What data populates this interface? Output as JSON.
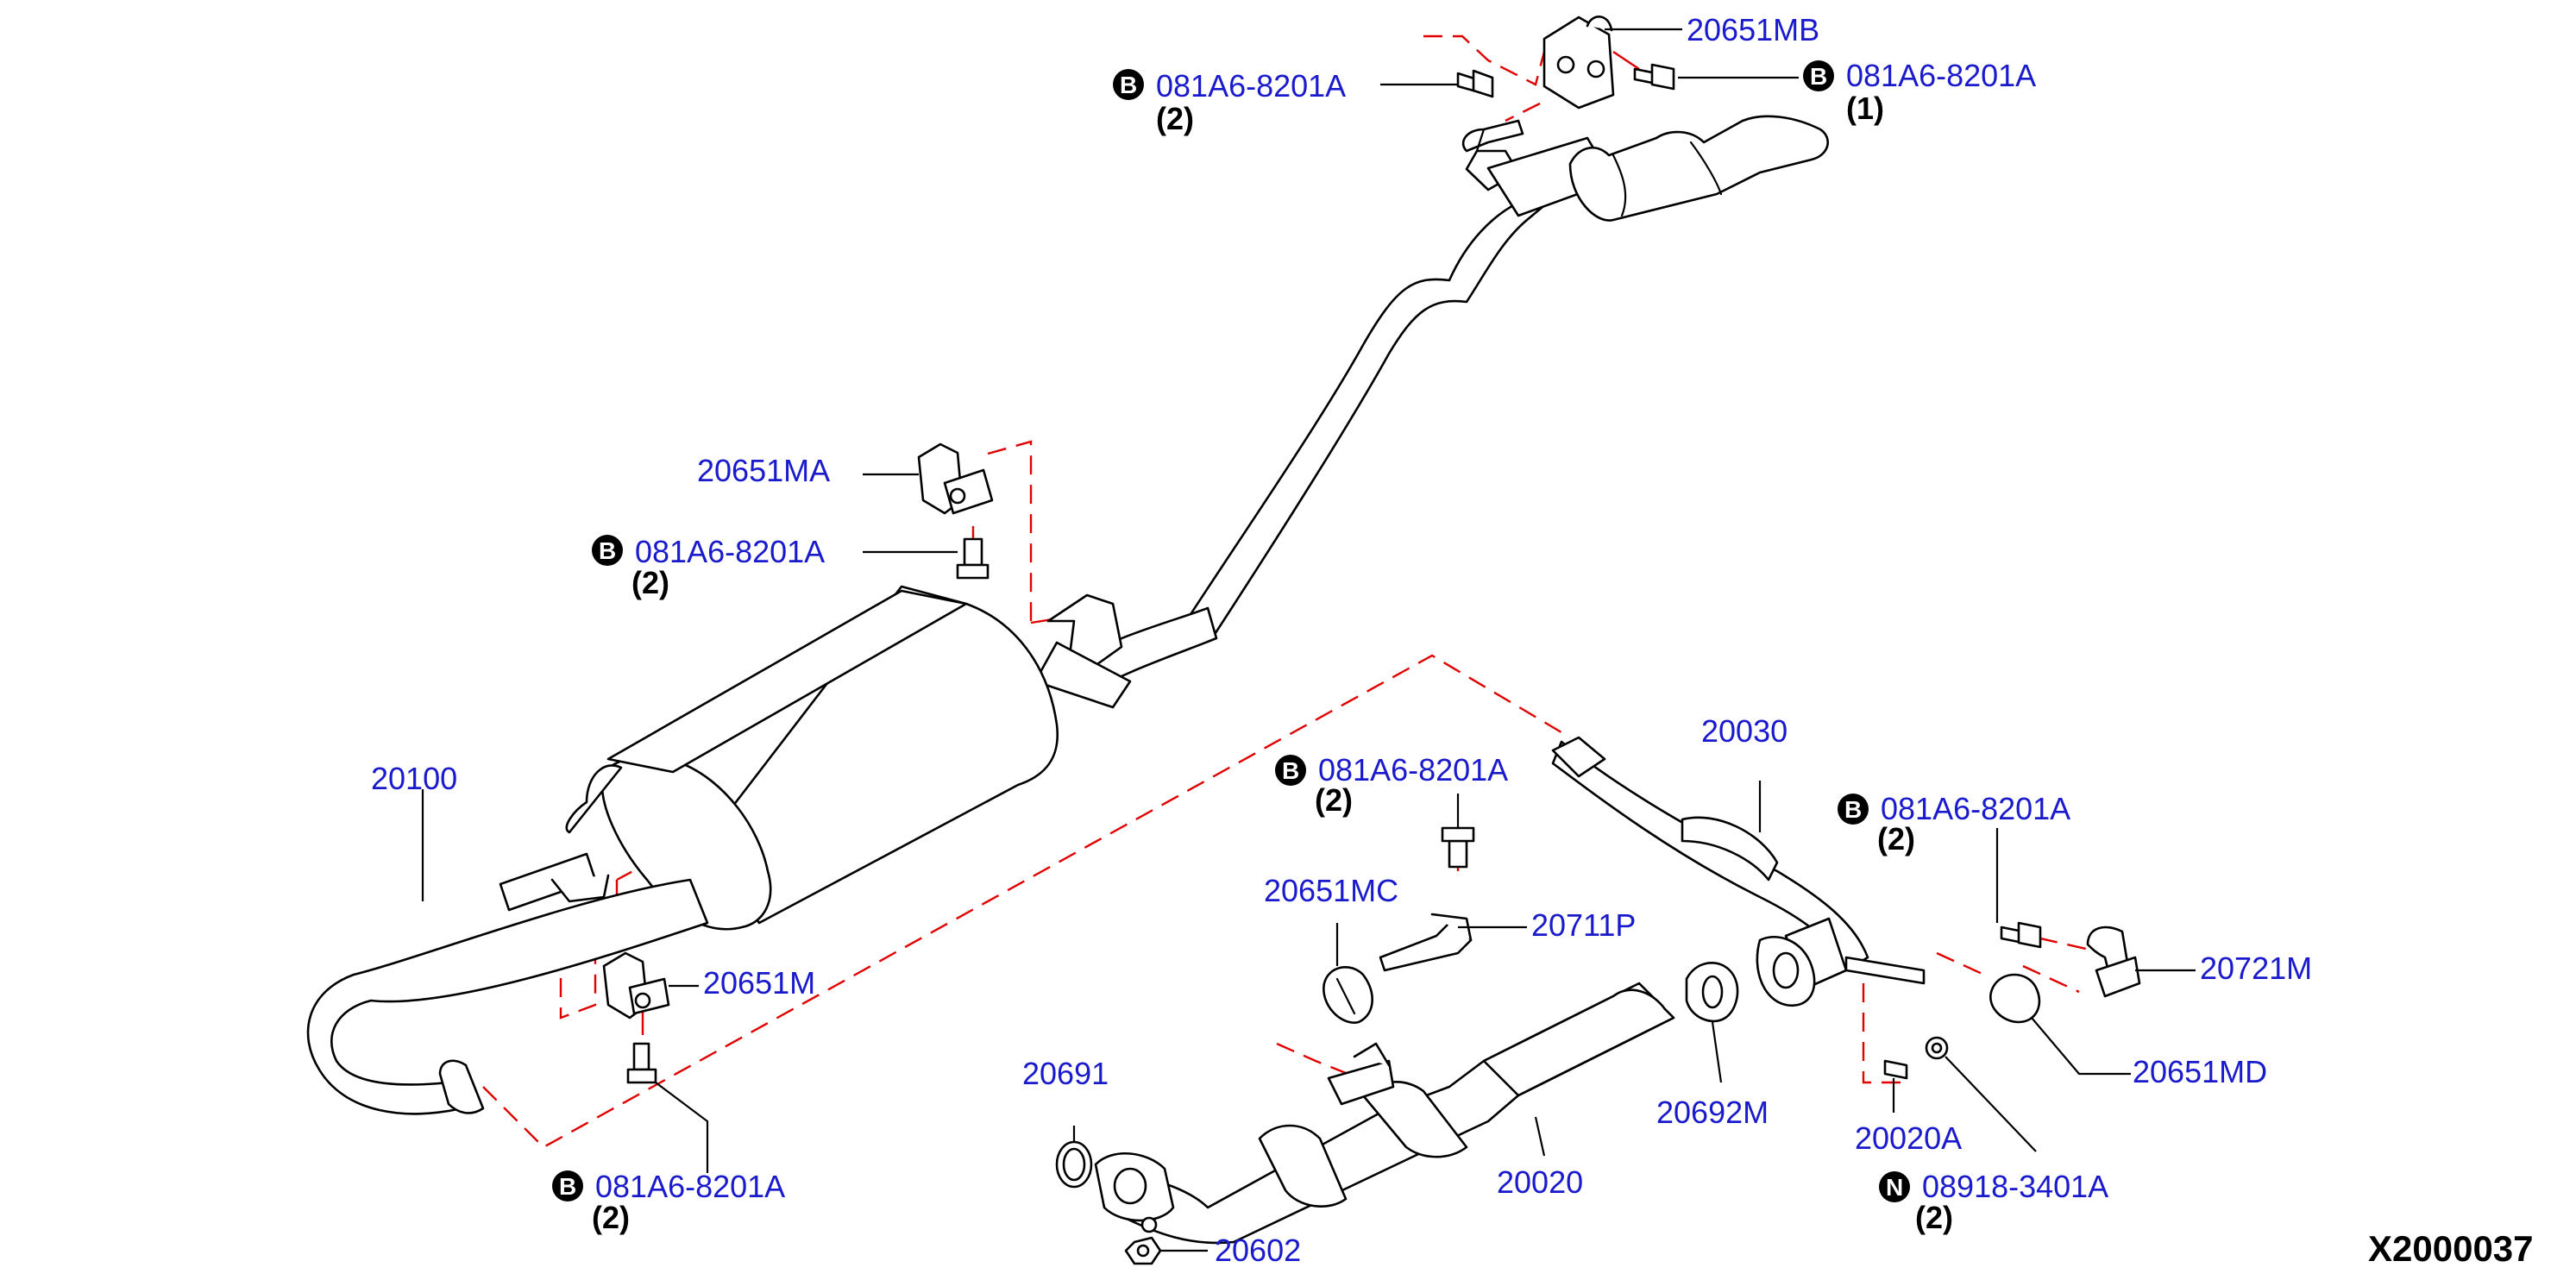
{
  "diagram_id": "X2000037",
  "colors": {
    "part_number": "#1a1acd",
    "reference_line": "#e00000",
    "outline": "#000000"
  },
  "labels": {
    "p20651MB": "20651MB",
    "p081A6_top_left": "081A6-8201A",
    "q_top_left": "(2)",
    "p081A6_top_right": "081A6-8201A",
    "q_top_right": "(1)",
    "p20651MA": "20651MA",
    "p081A6_mid_left": "081A6-8201A",
    "q_mid_left": "(2)",
    "p20100": "20100",
    "p20651M": "20651M",
    "p081A6_bottom_left": "081A6-8201A",
    "q_bottom_left": "(2)",
    "p081A6_center": "081A6-8201A",
    "q_center": "(2)",
    "p20651MC": "20651MC",
    "p20711P": "20711P",
    "p20030": "20030",
    "p081A6_right": "081A6-8201A",
    "q_right": "(2)",
    "p20721M": "20721M",
    "p20651MD": "20651MD",
    "p20691": "20691",
    "p20692M": "20692M",
    "p20020A": "20020A",
    "p08918": "08918-3401A",
    "q_08918": "(2)",
    "p20020": "20020",
    "p20602": "20602"
  },
  "badges": {
    "bolt": "B",
    "nut": "N"
  }
}
